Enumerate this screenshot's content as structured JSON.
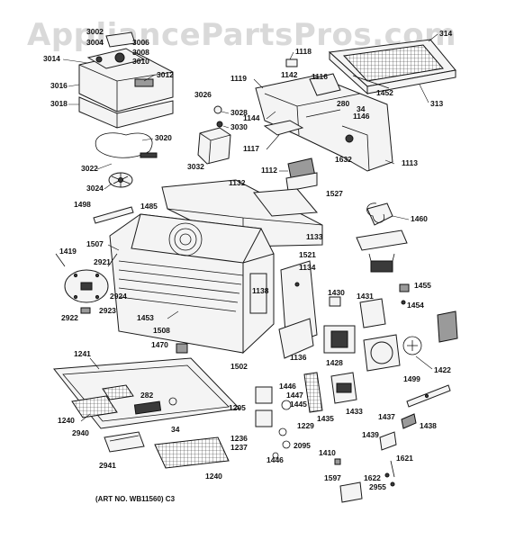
{
  "watermark": "AppliancePartsPros.com",
  "caption": "(ART NO. WB11560) C3",
  "labels": {
    "l3002": "3002",
    "l3004": "3004",
    "l3006": "3006",
    "l3008": "3008",
    "l3010": "3010",
    "l3014": "3014",
    "l3012": "3012",
    "l3016": "3016",
    "l3018": "3018",
    "l3020": "3020",
    "l3022": "3022",
    "l3024": "3024",
    "l3026": "3026",
    "l3028": "3028",
    "l3030": "3030",
    "l3032": "3032",
    "l1118": "1118",
    "l1119": "1119",
    "l1142": "1142",
    "l1116": "1116",
    "l1144": "1144",
    "l280": "280",
    "l34a": "34",
    "l1146": "1146",
    "l1117": "1117",
    "l1632": "1632",
    "l1113": "1113",
    "l1112": "1112",
    "l1527": "1527",
    "l314": "314",
    "l1452": "1452",
    "l313": "313",
    "l1132": "1132",
    "l1498": "1498",
    "l1485": "1485",
    "l1133": "1133",
    "l1460": "1460",
    "l1507": "1507",
    "l1419": "1419",
    "l2921": "2921",
    "l1521": "1521",
    "l1134": "1134",
    "l1455": "1455",
    "l2924": "2924",
    "l2922": "2922",
    "l2923": "2923",
    "l1453": "1453",
    "l1508": "1508",
    "l1138": "1138",
    "l1430": "1430",
    "l1431": "1431",
    "l1454": "1454",
    "l1470": "1470",
    "l1502": "1502",
    "l1136": "1136",
    "l1428": "1428",
    "l1422": "1422",
    "l1241": "1241",
    "l282": "282",
    "l1446a": "1446",
    "l1447": "1447",
    "l1445": "1445",
    "l1205": "1205",
    "l1435": "1435",
    "l1433": "1433",
    "l1499": "1499",
    "l1437": "1437",
    "l1438": "1438",
    "l1240a": "1240",
    "l34b": "34",
    "l1229": "1229",
    "l2940": "2940",
    "l1236": "1236",
    "l1237": "1237",
    "l2095": "2095",
    "l1439": "1439",
    "l1621": "1621",
    "l1410": "1410",
    "l1446b": "1446",
    "l2941": "2941",
    "l1240b": "1240",
    "l1597": "1597",
    "l1622": "1622",
    "l2955": "2955"
  }
}
